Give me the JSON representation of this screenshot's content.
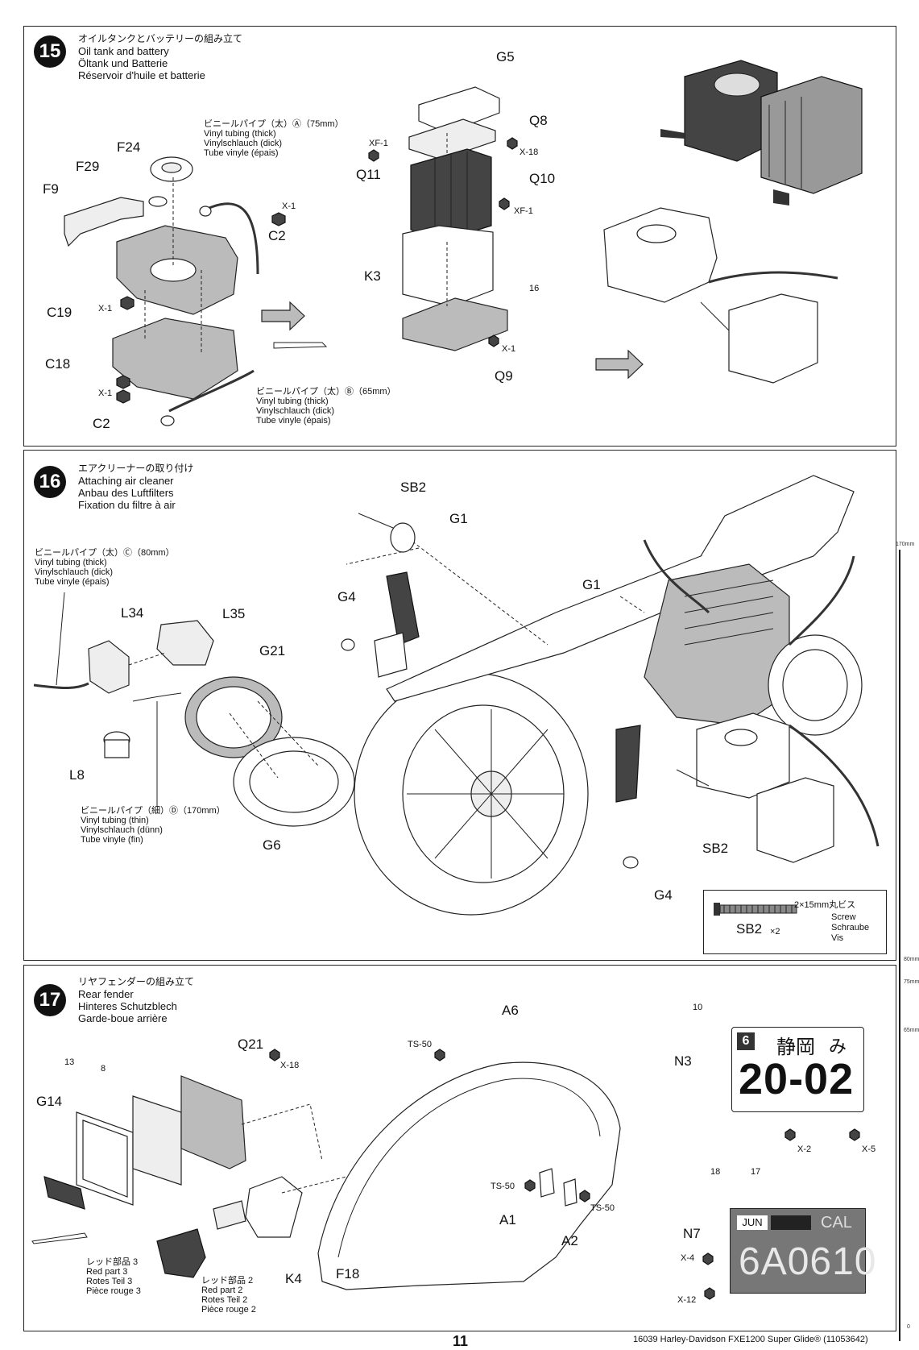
{
  "steps": [
    {
      "number": "15",
      "title_jp": "オイルタンクとバッテリーの組み立て",
      "title_en": "Oil tank and battery",
      "title_de": "Öltank und Batterie",
      "title_fr": "Réservoir d'huile et batterie",
      "parts": [
        "G5",
        "Q8",
        "XF-1",
        "X-18",
        "Q11",
        "Q10",
        "XF-1",
        "K3",
        "16",
        "X-1",
        "Q9",
        "F24",
        "F29",
        "F9",
        "X-1",
        "C2",
        "C19",
        "X-1",
        "C18",
        "X-1",
        "C2"
      ],
      "tube_a": {
        "jp": "ビニールパイプ（太）Ⓐ（75mm）",
        "en": "Vinyl tubing (thick)",
        "de": "Vinylschlauch (dick)",
        "fr": "Tube vinyle (épais)"
      },
      "tube_b": {
        "jp": "ビニールパイプ（太）Ⓑ（65mm）",
        "en": "Vinyl tubing (thick)",
        "de": "Vinylschlauch (dick)",
        "fr": "Tube vinyle (épais)"
      }
    },
    {
      "number": "16",
      "title_jp": "エアクリーナーの取り付け",
      "title_en": "Attaching air cleaner",
      "title_de": "Anbau des Luftfilters",
      "title_fr": "Fixation du filtre à air",
      "tube_c": {
        "jp": "ビニールパイプ（太）Ⓒ（80mm）",
        "en": "Vinyl tubing (thick)",
        "de": "Vinylschlauch (dick)",
        "fr": "Tube vinyle (épais)"
      },
      "tube_d": {
        "jp": "ビニールパイプ（細）Ⓓ（170mm）",
        "en": "Vinyl tubing (thin)",
        "de": "Vinylschlauch (dünn)",
        "fr": "Tube vinyle (fin)"
      },
      "parts": [
        "SB2",
        "G1",
        "G4",
        "L34",
        "L35",
        "G21",
        "L8",
        "G6",
        "G1",
        "SB2",
        "G4"
      ],
      "screw": {
        "jp": "2×15mm丸ビス",
        "en": "Screw",
        "de": "Schraube",
        "fr": "Vis",
        "label": "SB2",
        "qty": "×2"
      }
    },
    {
      "number": "17",
      "title_jp": "リヤフェンダーの組み立て",
      "title_en": "Rear fender",
      "title_de": "Hinteres Schutzblech",
      "title_fr": "Garde-boue arrière",
      "parts": [
        "Q21",
        "X-18",
        "13",
        "8",
        "G14",
        "A6",
        "TS-50",
        "TS-50",
        "TS-50",
        "A1",
        "A2",
        "K4",
        "F18",
        "10",
        "N3",
        "X-2",
        "X-5",
        "18",
        "17",
        "N7",
        "X-4",
        "X-12"
      ],
      "red3": {
        "jp": "レッド部品 3",
        "en": "Red part 3",
        "de": "Rotes Teil 3",
        "fr": "Pièce rouge 3"
      },
      "red2": {
        "jp": "レッド部品 2",
        "en": "Red part 2",
        "de": "Rotes Teil 2",
        "fr": "Pièce rouge 2"
      },
      "plate_jp": {
        "area": "静岡",
        "kana": "み",
        "num": "20-02",
        "cls": "6"
      },
      "plate_cal": {
        "month": "JUN",
        "state": "CAL",
        "num": "6A0610"
      }
    }
  ],
  "ruler": [
    "170mm",
    "80mm",
    "75mm",
    "65mm",
    "0"
  ],
  "footer": {
    "page": "11",
    "text": "16039 Harley-Davidson FXE1200 Super Glide® (11053642)"
  }
}
